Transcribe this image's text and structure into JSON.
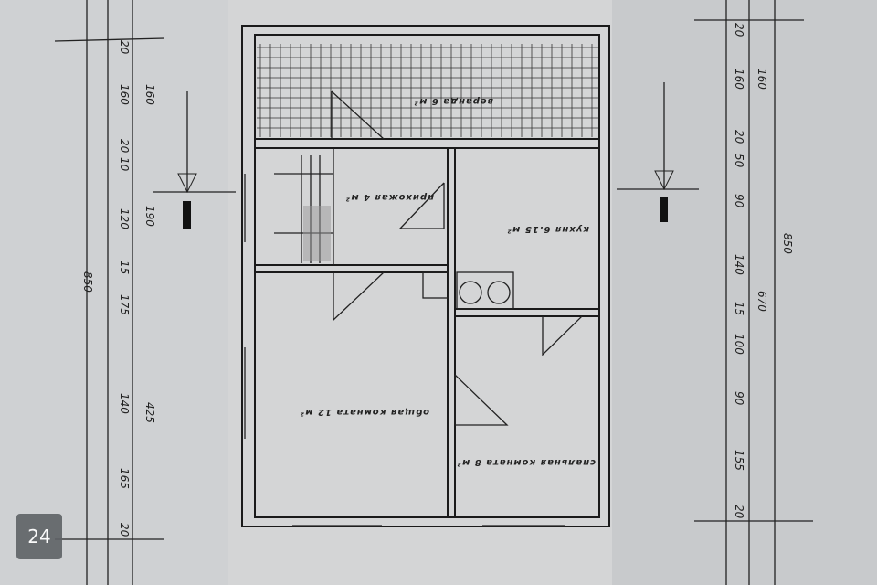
{
  "rooms": {
    "veranda": "веранда 6 м²",
    "hall": "прихожая 4 м²",
    "kitchen": "кухня 6.15 м²",
    "living": "общая комната 12 м²",
    "bedroom": "спальная комната 8 м²"
  },
  "dims_left_inner": [
    "20",
    "160",
    "20",
    "10",
    "120",
    "15",
    "175",
    "140",
    "165",
    "20"
  ],
  "dims_left_outer": [
    "160",
    "190",
    "425"
  ],
  "dims_left_total": "850",
  "dims_right_inner": [
    "20",
    "160",
    "20",
    "50",
    "90",
    "140",
    "15",
    "100",
    "90",
    "155",
    "20"
  ],
  "dims_right_outer": [
    "160",
    "670"
  ],
  "dims_right_total": "850",
  "badge": "24"
}
